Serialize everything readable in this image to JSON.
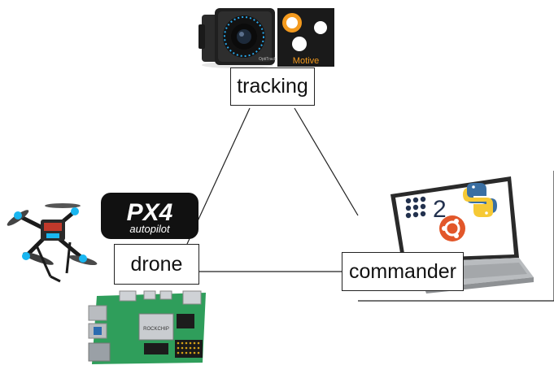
{
  "nodes": {
    "tracking": {
      "label": "tracking"
    },
    "drone": {
      "label": "drone"
    },
    "commander": {
      "label": "commander"
    }
  },
  "pictures": {
    "camera_brand": "OptiTrack",
    "motive_logo_text": "Motive",
    "px4_logo_main": "PX4",
    "px4_logo_sub": "autopilot",
    "ros2_number": "2",
    "board_silkscreen": "ROCKCHIP"
  },
  "colors": {
    "line": "#222222",
    "motive_orange": "#f39a1e",
    "python_blue": "#3a6fa3",
    "python_yellow": "#f6c935",
    "ubuntu_orange": "#e2572a",
    "ros_navy": "#22314e",
    "drone_accent": "#19b6f0",
    "board_green": "#2f9e5b"
  },
  "icons": [
    "optitrack-camera-icon",
    "motive-logo-icon",
    "px4-autopilot-logo",
    "quadcopter-drone-icon",
    "single-board-computer-icon",
    "laptop-icon",
    "ros2-logo-icon",
    "python-logo-icon",
    "ubuntu-logo-icon"
  ]
}
